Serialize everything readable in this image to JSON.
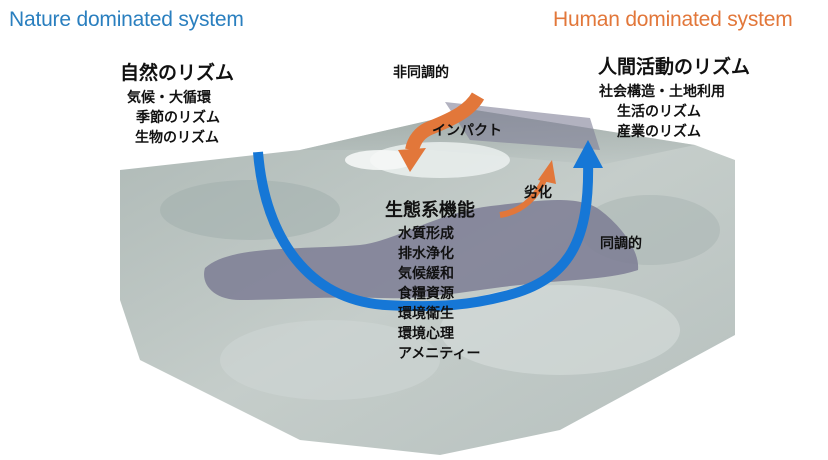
{
  "titles": {
    "nature": "Nature dominated system",
    "human": "Human dominated system"
  },
  "nature_rhythm": {
    "heading": "自然のリズム",
    "items": [
      "気候・大循環",
      "季節のリズム",
      "生物のリズム"
    ]
  },
  "human_rhythm": {
    "heading": "人間活動のリズム",
    "items": [
      "社会構造・土地利用",
      "生活のリズム",
      "産業のリズム"
    ]
  },
  "ecosystem": {
    "heading": "生態系機能",
    "items": [
      "水質形成",
      "排水浄化",
      "気候緩和",
      "食糧資源",
      "環境衛生",
      "環境心理",
      "アメニティー"
    ]
  },
  "arrows": {
    "asynchronous": "非同調的",
    "impact": "インパクト",
    "degradation": "劣化",
    "synchronous": "同調的"
  },
  "colors": {
    "nature_title": "#2a7fbf",
    "human_title": "#e2773a",
    "blue_arrow": "#1677d6",
    "orange_arrow": "#e2773a"
  }
}
